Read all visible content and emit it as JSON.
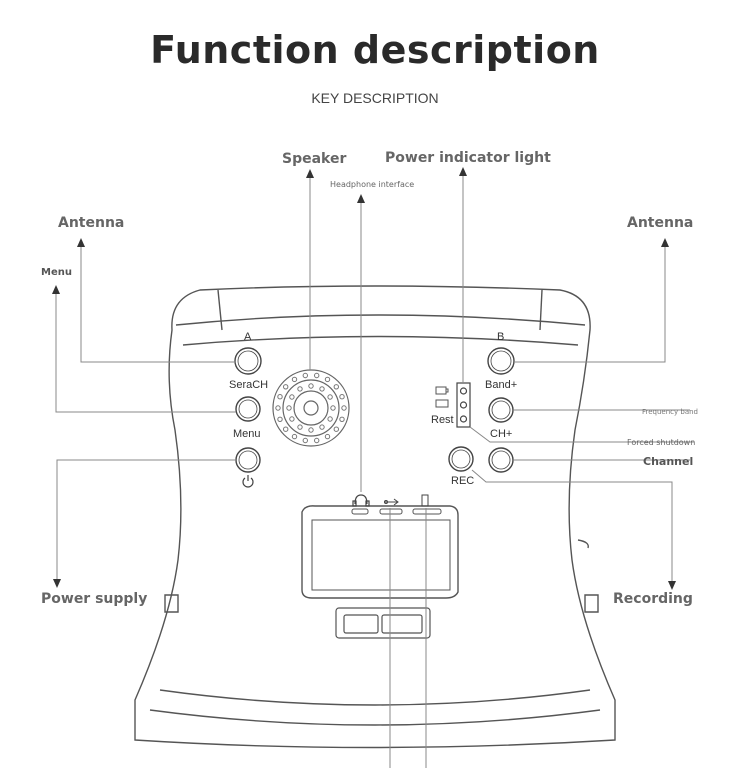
{
  "header": {
    "title": "Function description",
    "subtitle": "KEY DESCRIPTION"
  },
  "callouts": {
    "speaker": "Speaker",
    "power_indicator_light": "Power indicator light",
    "headphone_interface": "Headphone interface",
    "antenna_left": "Antenna",
    "antenna_right": "Antenna",
    "menu": "Menu",
    "frequency_band": "Frequency band",
    "forced_shutdown": "Forced shutdown",
    "channel": "Channel",
    "power_supply": "Power supply",
    "recording": "Recording"
  },
  "buttons": {
    "a": "A",
    "serach": "SeraCH",
    "menu": "Menu",
    "b": "B",
    "band_plus": "Band+",
    "rest": "Rest",
    "ch_plus": "CH+",
    "rec": "REC"
  },
  "colors": {
    "line": "#888888",
    "outline": "#555555",
    "title": "#2a2a2a"
  }
}
